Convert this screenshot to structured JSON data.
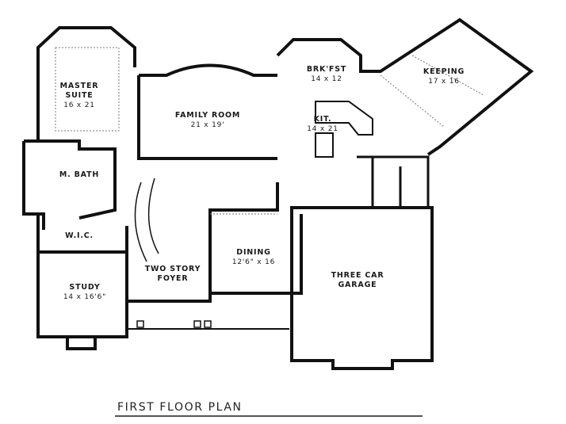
{
  "plan": {
    "title": "FIRST FLOOR PLAN",
    "rooms": [
      {
        "name": "MASTER",
        "name2": "SUITE",
        "dimensions": "16 x 21"
      },
      {
        "name": "FAMILY ROOM",
        "dimensions": "21 x 19'"
      },
      {
        "name": "BRK'FST",
        "dimensions": "14 x 12"
      },
      {
        "name": "KEEPING",
        "dimensions": "17 x 16"
      },
      {
        "name": "KIT.",
        "dimensions": "14 x 21"
      },
      {
        "name": "M. BATH",
        "dimensions": ""
      },
      {
        "name": "W.I.C.",
        "dimensions": ""
      },
      {
        "name": "DINING",
        "dimensions": "12'6\" x 16"
      },
      {
        "name": "TWO STORY",
        "name2": "FOYER",
        "dimensions": ""
      },
      {
        "name": "STUDY",
        "dimensions": "14 x 16'6\""
      },
      {
        "name": "THREE CAR",
        "name2": "GARAGE",
        "dimensions": ""
      }
    ]
  }
}
